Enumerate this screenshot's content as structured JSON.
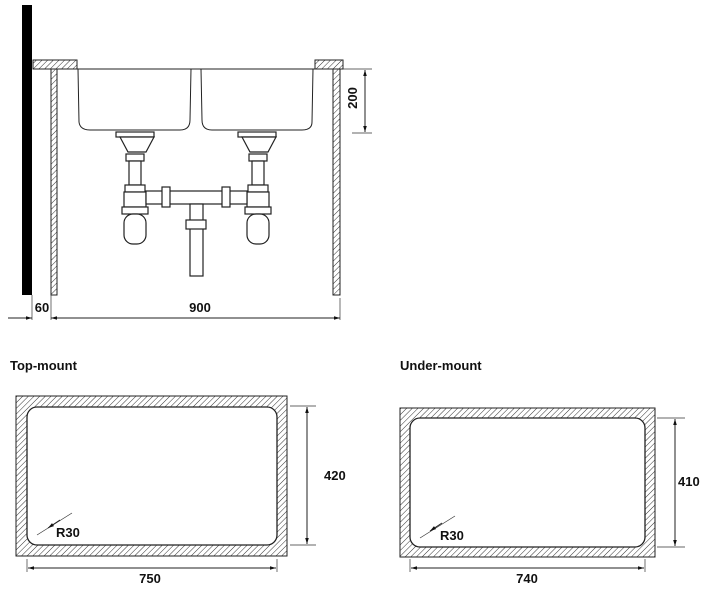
{
  "elevation": {
    "dims": {
      "depth": "200",
      "wall_gap": "60",
      "cabinet_width": "900"
    }
  },
  "top_mount": {
    "title": "Top-mount",
    "width": "750",
    "height": "420",
    "radius": "R30"
  },
  "under_mount": {
    "title": "Under-mount",
    "width": "740",
    "height": "410",
    "radius": "R30"
  },
  "colors": {
    "line": "#222222",
    "wall": "#000000"
  }
}
